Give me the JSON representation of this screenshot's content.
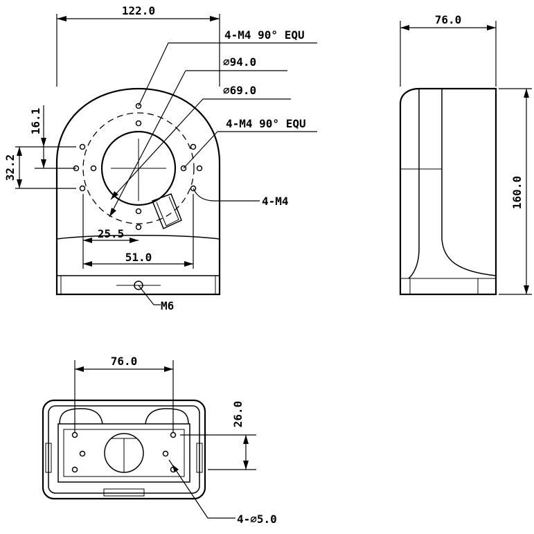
{
  "front_view": {
    "width_dim": "122.0",
    "width_bottom_dim": "51.0",
    "half_dim": "25.5",
    "left_offset_dim": "32.2",
    "left_small_dim": "16.1",
    "callout_top": "4-M4 90° EQU",
    "callout_dia_outer": "∅94.0",
    "callout_dia_inner": "∅69.0",
    "callout_mid": "4-M4 90° EQU",
    "callout_right": "4-M4",
    "callout_bottom": "M6"
  },
  "side_view": {
    "depth_dim": "76.0",
    "height_dim": "160.0"
  },
  "bottom_view": {
    "spacing_dim": "76.0",
    "offset_dim": "26.0",
    "holes_callout": "4-∅5.0"
  }
}
